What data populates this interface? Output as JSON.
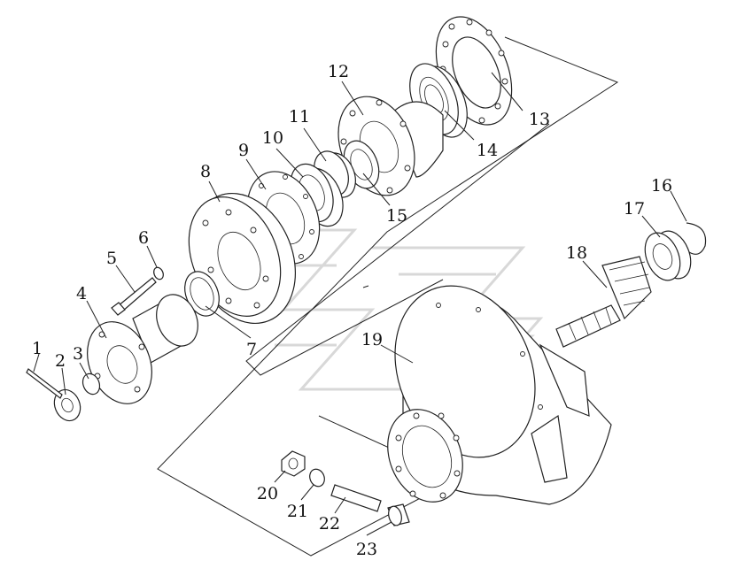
{
  "callouts": [
    {
      "id": "1"
    },
    {
      "id": "2"
    },
    {
      "id": "3"
    },
    {
      "id": "4"
    },
    {
      "id": "5"
    },
    {
      "id": "6"
    },
    {
      "id": "7"
    },
    {
      "id": "8"
    },
    {
      "id": "9"
    },
    {
      "id": "10"
    },
    {
      "id": "11"
    },
    {
      "id": "12"
    },
    {
      "id": "13"
    },
    {
      "id": "14"
    },
    {
      "id": "15"
    },
    {
      "id": "16"
    },
    {
      "id": "17"
    },
    {
      "id": "18"
    },
    {
      "id": "19"
    },
    {
      "id": "20"
    },
    {
      "id": "21"
    },
    {
      "id": "22"
    },
    {
      "id": "23"
    }
  ]
}
